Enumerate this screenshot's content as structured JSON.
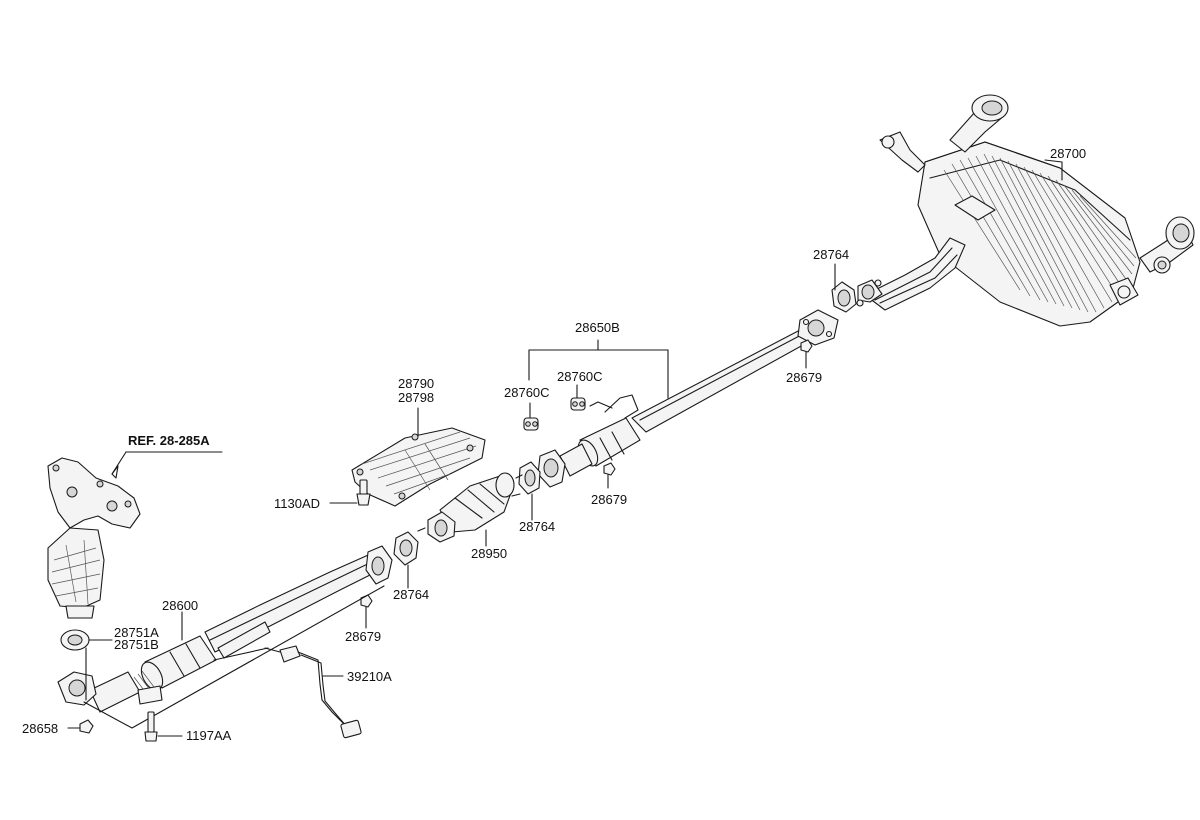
{
  "reference": "REF. 28-285A",
  "labels": {
    "p28700": "28700",
    "p28764_top": "28764",
    "p28679_top": "28679",
    "p28650B": "28650B",
    "p28760C_a": "28760C",
    "p28760C_b": "28760C",
    "p28679_mid": "28679",
    "p28764_mid": "28764",
    "p28950": "28950",
    "p28790": "28790",
    "p28798": "28798",
    "p1130AD": "1130AD",
    "p28764_low": "28764",
    "p28679_low": "28679",
    "p28600": "28600",
    "p28751A": "28751A",
    "p28751B": "28751B",
    "p39210A": "39210A",
    "p28658": "28658",
    "p1197AA": "1197AA"
  }
}
